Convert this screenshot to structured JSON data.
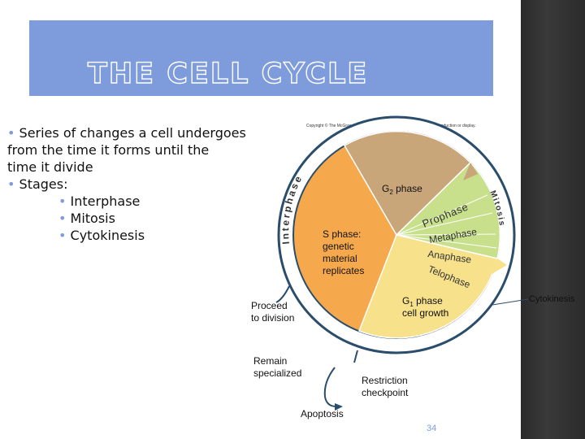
{
  "slide": {
    "title": "THE CELL CYCLE",
    "copyright": "Copyright © The McGraw-Hill Companies, Inc. Permission required for reproduction or display.",
    "bullets": {
      "b1_line1": "Series of changes a cell undergoes",
      "b1_line2": "from the time it forms until the",
      "b1_line3": "time it divide",
      "b2": "Stages:",
      "sub": [
        "Interphase",
        "Mitosis",
        "Cytokinesis"
      ]
    },
    "diagram": {
      "interphase": "Interphase",
      "mitosis": "Mitosis",
      "g2": "G",
      "g2_sub": "2",
      "g2_rest": " phase",
      "s_phase": [
        "S phase:",
        "genetic",
        "material",
        "replicates"
      ],
      "g1_line1_a": "G",
      "g1_line1_sub": "1",
      "g1_line1_b": " phase",
      "g1_line2": "cell growth",
      "prophase": "Prophase",
      "metaphase": "Metaphase",
      "anaphase": "Anaphase",
      "telophase": "Telophase",
      "cytokinesis": "Cytokinesis",
      "proceed": [
        "Proceed",
        "to division"
      ],
      "remain": [
        "Remain",
        "specialized"
      ],
      "restriction": [
        "Restriction",
        "checkpoint"
      ],
      "apoptosis": "Apoptosis"
    },
    "page_number": "34",
    "colors": {
      "accent": "#7e9bdc",
      "s_phase": "#f6a94c",
      "g2_phase": "#c9a57a",
      "g1_phase": "#f7e18a",
      "mitosis": "#c8e08c",
      "ring": "#2a4d6b"
    }
  }
}
